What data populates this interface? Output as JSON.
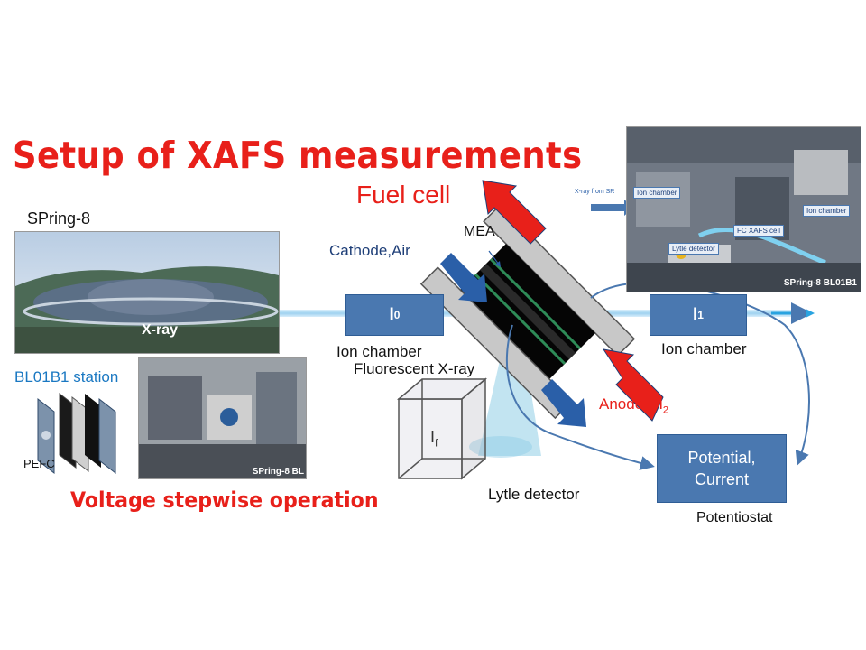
{
  "title": "Setup of XAFS measurements",
  "subtitle": "Voltage stepwise operation",
  "spring8": {
    "label": "SPring-8",
    "xray_label": "X-ray"
  },
  "station": {
    "label": "BL01B1 station",
    "pefc_label": "PEFC",
    "photo_caption": "SPring-8 BL"
  },
  "fuel_cell": {
    "label": "Fuel cell",
    "mea_label": "MEA",
    "cathode_label": "Cathode,Air",
    "anode_label": "Anode, ",
    "anode_gas_main": "H",
    "anode_gas_sub": "2",
    "fluorescent_label": "Fluorescent  X-ray"
  },
  "i0": {
    "main": "I",
    "sub": "0",
    "caption": "Ion chamber"
  },
  "i1": {
    "main": "I",
    "sub": "1",
    "caption": "Ion chamber"
  },
  "lytle": {
    "main": "I",
    "sub": "f",
    "caption": "Lytle detector"
  },
  "potentiostat": {
    "line1": "Potential,",
    "line2": "Current",
    "caption": "Potentiostat"
  },
  "setup_photo": {
    "xray_from_sr": "X-ray from SR",
    "ion_chamber_left": "Ion chamber",
    "ion_chamber_right": "Ion chamber",
    "fc_xafs_cell": "FC XAFS cell",
    "lytle_detector": "Lytle detector",
    "caption": "SPring-8 BL01B1"
  },
  "colors": {
    "title_red": "#e8201a",
    "box_blue": "#4a78b0",
    "arrow_red": "#e8201a",
    "arrow_blue": "#2a5fa8",
    "beam": "#a9d7f2"
  }
}
